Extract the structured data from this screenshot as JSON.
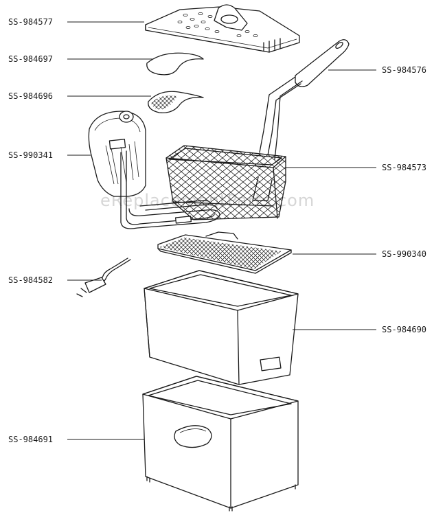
{
  "watermark": "eReplacementParts.com",
  "parts": [
    {
      "part_number": "SS-984577"
    },
    {
      "part_number": "SS-984697"
    },
    {
      "part_number": "SS-984696"
    },
    {
      "part_number": "SS-990341"
    },
    {
      "part_number": "SS-984582"
    },
    {
      "part_number": "SS-984691"
    },
    {
      "part_number": "SS-984576"
    },
    {
      "part_number": "SS-984573"
    },
    {
      "part_number": "SS-990340"
    },
    {
      "part_number": "SS-984690"
    }
  ],
  "colors": {
    "ink": "#1a1a1a",
    "background": "#ffffff",
    "watermark": "#d6d6d6"
  }
}
